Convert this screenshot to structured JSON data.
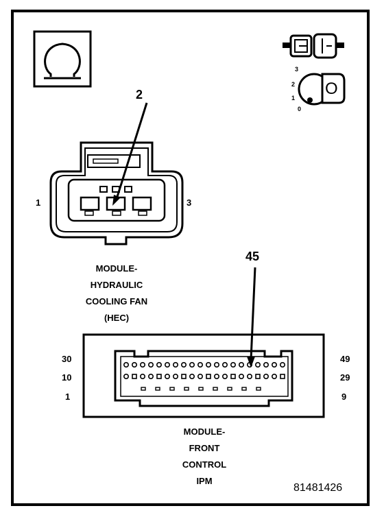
{
  "hec_connector": {
    "pin_left": "1",
    "pin_right": "3",
    "callout_pin": "2",
    "caption": [
      "MODULE-",
      "HYDRAULIC",
      "COOLING FAN",
      "(HEC)"
    ]
  },
  "ipm_connector": {
    "row_label_top_left": "30",
    "row_label_mid_left": "10",
    "row_label_bot_left": "1",
    "row_label_top_right": "49",
    "row_label_mid_right": "29",
    "row_label_bot_right": "9",
    "callout_pin": "45",
    "caption": [
      "MODULE-",
      "FRONT",
      "CONTROL",
      "IPM"
    ]
  },
  "ignition": {
    "positions": [
      "3",
      "2",
      "1",
      "0"
    ],
    "key_label": "O"
  },
  "figure_id": "81481426",
  "symbol_icon": "ohm-icon",
  "connector_icon": "disconnected-connector-icon"
}
